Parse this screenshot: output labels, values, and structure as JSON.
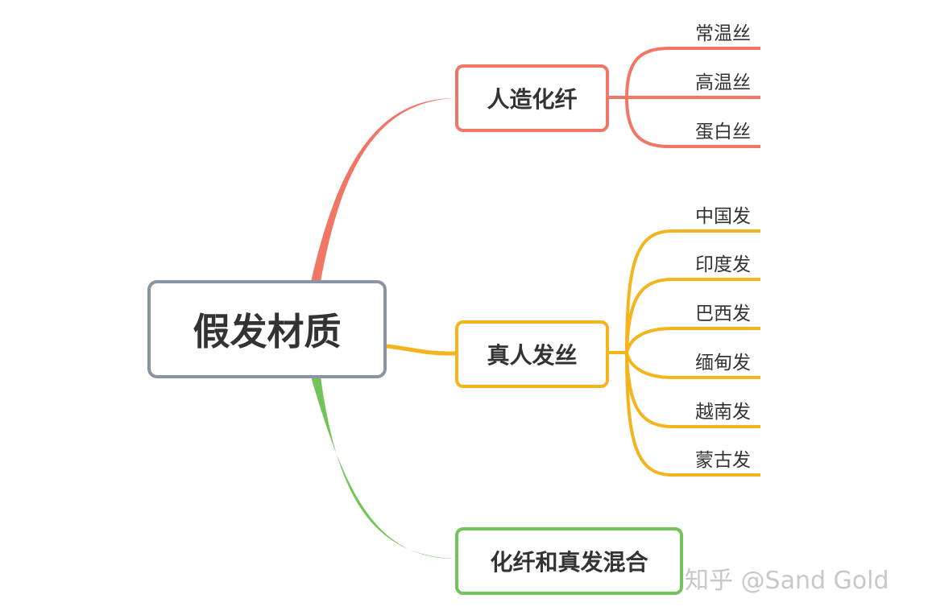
{
  "root": {
    "label": "假发材质"
  },
  "branches": [
    {
      "label": "人造化纤",
      "color": "#f07665",
      "leaves": [
        "常温丝",
        "高温丝",
        "蛋白丝"
      ]
    },
    {
      "label": "真人发丝",
      "color": "#f4b41e",
      "leaves": [
        "中国发",
        "印度发",
        "巴西发",
        "缅甸发",
        "越南发",
        "蒙古发"
      ]
    },
    {
      "label": "化纤和真发混合",
      "color": "#72c45a",
      "leaves": []
    }
  ],
  "watermark": "知乎 @Sand Gold"
}
